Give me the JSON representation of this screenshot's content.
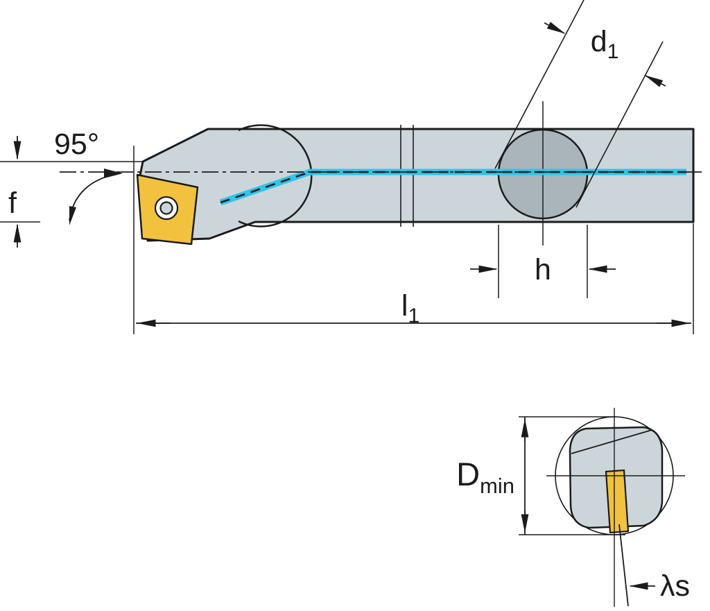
{
  "drawing": {
    "kind": "boring-bar-tool-holder-technical-drawing",
    "labels": {
      "approach_angle": "95°",
      "f": "f",
      "d1_base": "d",
      "d1_sub": "1",
      "h": "h",
      "l1_base": "l",
      "l1_sub": "1",
      "dmin_base": "D",
      "dmin_sub": "min",
      "lambda_s": "λs"
    },
    "colors": {
      "body": "#ccd6da",
      "shank_section": "#a9b5ba",
      "insert": "#f2c23e",
      "screw": "#ffffff",
      "coolant": "#2fc4ea",
      "line": "#1b1b1b"
    }
  }
}
